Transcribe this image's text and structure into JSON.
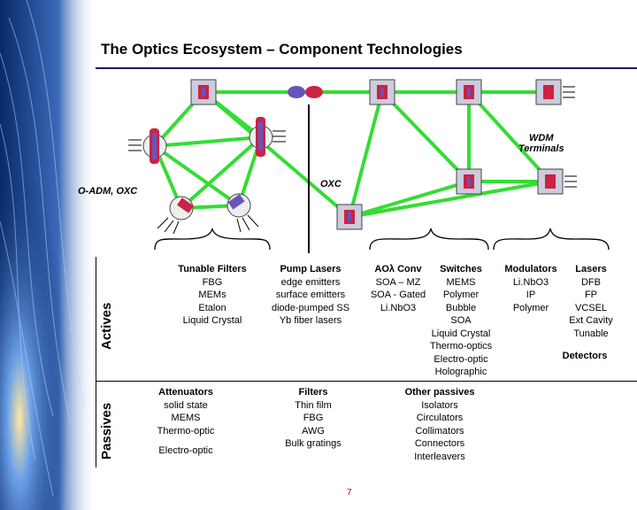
{
  "title": "The Optics Ecosystem – Component Technologies",
  "network_labels": {
    "wdm_terminals": [
      "WDM",
      "Terminals"
    ],
    "oadm_oxc": "O-ADM, OXC",
    "oxc": "OXC"
  },
  "side_labels": {
    "actives": "Actives",
    "passives": "Passives"
  },
  "actives_columns": [
    {
      "heading": "Tunable Filters",
      "items": [
        "FBG",
        "MEMs",
        "Etalon",
        "Liquid Crystal"
      ]
    },
    {
      "heading": "Pump Lasers",
      "items": [
        "edge emitters",
        "surface emitters",
        "diode-pumped SS",
        "Yb fiber lasers"
      ]
    },
    {
      "heading": "AOλ Conv",
      "items": [
        "SOA – MZ",
        "SOA - Gated",
        "Li.NbO3"
      ]
    },
    {
      "heading": "Switches",
      "items": [
        "MEMS",
        "Polymer",
        "Bubble",
        "SOA",
        "Liquid Crystal",
        "Thermo-optics",
        "Electro-optic",
        "Holographic"
      ]
    },
    {
      "heading": "Modulators",
      "items": [
        "Li.NbO3",
        "IP",
        "Polymer"
      ]
    },
    {
      "heading": "Lasers",
      "items": [
        "DFB",
        "FP",
        "VCSEL",
        "Ext Cavity",
        "Tunable"
      ]
    }
  ],
  "detectors_label": "Detectors",
  "passives_columns": [
    {
      "heading": "Attenuators",
      "items": [
        "solid state",
        "MEMS",
        "Thermo-optic",
        "",
        "Electro-optic"
      ]
    },
    {
      "heading": "Filters",
      "items": [
        "Thin film",
        "FBG",
        "AWG",
        "Bulk gratings"
      ]
    },
    {
      "heading": "Other passives",
      "items": [
        "Isolators",
        "Circulators",
        "Collimators",
        "Connectors",
        "Interleavers"
      ]
    }
  ],
  "page_number": "7",
  "colors": {
    "link": "#33dd33",
    "node_fill": "#ccccdd",
    "device_red": "#cc2244",
    "device_purple": "#6655bb",
    "title_rule": "#1a1a6e"
  },
  "icons": [
    "optical-node-icon",
    "ring-node-icon",
    "fiber-coupler-icon",
    "fiber-background"
  ]
}
